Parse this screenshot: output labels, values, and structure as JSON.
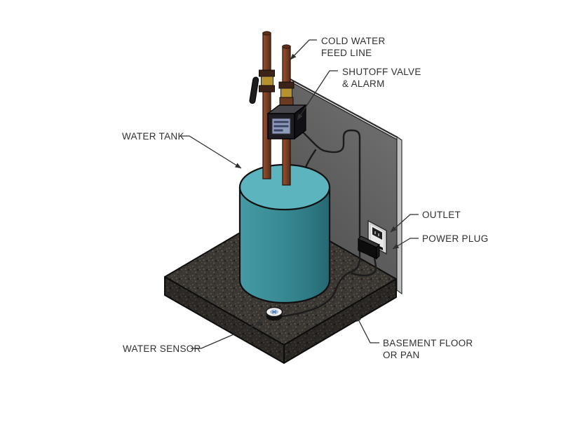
{
  "labels": {
    "cold_water_feed_line": {
      "line1": "COLD WATER",
      "line2": "FEED LINE"
    },
    "shutoff_valve_alarm": {
      "line1": "SHUTOFF VALVE",
      "line2": "& ALARM"
    },
    "water_tank": {
      "line1": "WATER TANK"
    },
    "outlet": {
      "line1": "OUTLET"
    },
    "power_plug": {
      "line1": "POWER PLUG"
    },
    "water_sensor": {
      "line1": "WATER SENSOR"
    },
    "basement_floor": {
      "line1": "BASEMENT FLOOR",
      "line2": "OR PAN"
    }
  },
  "components": [
    "cold-water-feed-pipe",
    "shutoff-valve",
    "alarm-box",
    "water-tank",
    "wall-panel",
    "outlet",
    "power-plug",
    "power-cord",
    "sensor-wire",
    "water-sensor",
    "basement-floor-slab"
  ],
  "colors": {
    "background": "#ffffff",
    "label_text": "#2f2f2f",
    "wire": "#1c1c1c",
    "tank_top": "#5cb5be",
    "tank_body": "#38858f",
    "pipe_copper": "#7d4227",
    "valve_brass": "#b5922f",
    "wall_gray": "#646464",
    "wall_edge_light": "#cfcfcf",
    "floor_dark": "#3b3733",
    "outlet_plate": "#e9e9e9",
    "plug_black": "#0d0d0d",
    "sensor_white": "#f0f0f0",
    "sensor_glyph_blue": "#4472a8"
  }
}
